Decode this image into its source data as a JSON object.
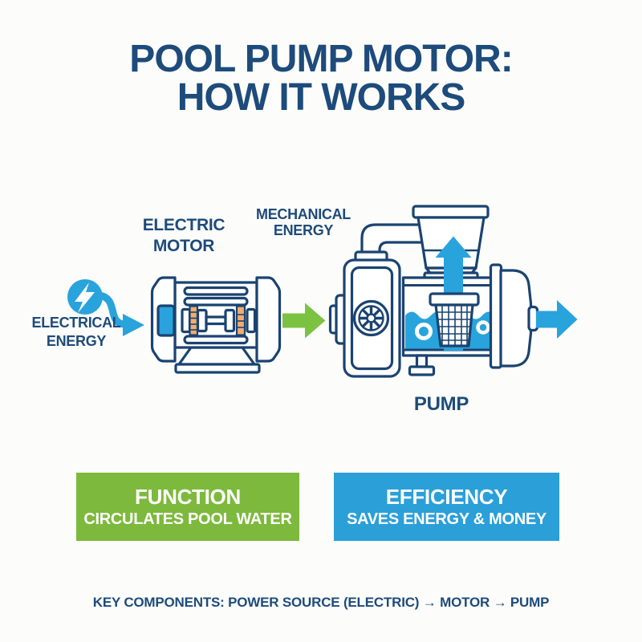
{
  "title": {
    "line1": "POOL PUMP MOTOR:",
    "line2": "HOW IT WORKS"
  },
  "diagram": {
    "labels": {
      "electrical_energy": {
        "line1": "ELECTRICAL",
        "line2": "ENERGY"
      },
      "electric_motor": {
        "line1": "ELECTRIC",
        "line2": "MOTOR"
      },
      "mechanical_energy": {
        "line1": "MECHANICAL",
        "line2": "ENERGY"
      },
      "pump": "PUMP"
    },
    "icons": {
      "electrical_energy": "lightning-bolt-icon",
      "electrical_flow": "curved-arrow-icon",
      "mechanical_output": "green-right-arrow-icon",
      "water_up": "blue-up-arrow-icon",
      "water_out": "blue-right-arrow-icon"
    },
    "flow_sequence": [
      "ELECTRICAL ENERGY",
      "ELECTRIC MOTOR",
      "MECHANICAL ENERGY",
      "PUMP"
    ]
  },
  "cards": {
    "function": {
      "title": "FUNCTION",
      "subtitle": "CIRCULATES POOL WATER",
      "color": "#7db93c"
    },
    "efficiency": {
      "title": "EFFICIENCY",
      "subtitle": "SAVES ENERGY & MONEY",
      "color": "#2a9fd8"
    }
  },
  "footer": {
    "text": "KEY COMPONENTS: POWER SOURCE (ELECTRIC) → MOTOR → PUMP"
  },
  "colors": {
    "background": "#fcfcfa",
    "heading_navy": "#1d4b7b",
    "outline_navy": "#1a4371",
    "water_blue": "#29a3dc",
    "green": "#7cc242",
    "orange": "#f3ac6e",
    "card_green": "#7db93c",
    "card_blue": "#2a9fd8"
  }
}
